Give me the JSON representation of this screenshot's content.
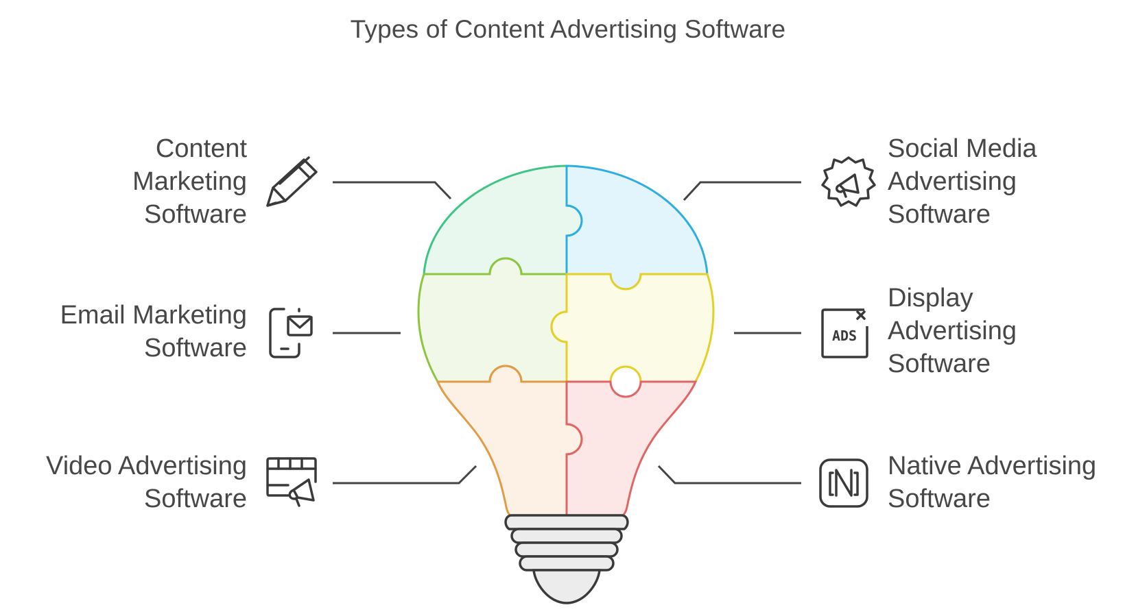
{
  "title": "Types of Content Advertising Software",
  "items": {
    "content_marketing": {
      "lines": [
        "Content",
        "Marketing",
        "Software"
      ],
      "icon": "pencil-icon"
    },
    "email_marketing": {
      "lines": [
        "Email Marketing",
        "Software"
      ],
      "icon": "phone-mail-icon"
    },
    "video_advertising": {
      "lines": [
        "Video Advertising",
        "Software"
      ],
      "icon": "video-megaphone-icon"
    },
    "social_media": {
      "lines": [
        "Social Media",
        "Advertising",
        "Software"
      ],
      "icon": "gear-megaphone-icon"
    },
    "display_advertising": {
      "lines": [
        "Display",
        "Advertising",
        "Software"
      ],
      "icon": "ads-window-icon"
    },
    "native_advertising": {
      "lines": [
        "Native Advertising",
        "Software"
      ],
      "icon": "native-n-icon"
    }
  },
  "ads_icon_text": "ADS",
  "colors": {
    "text": "#474747",
    "connector": "#444444",
    "piece_green": "#e9f8ef",
    "piece_blue": "#e3f5fc",
    "piece_lightgreen": "#f1f8e8",
    "piece_yellow": "#fbfbe6",
    "piece_orange": "#fdf0e4",
    "piece_red": "#fde6e6"
  }
}
